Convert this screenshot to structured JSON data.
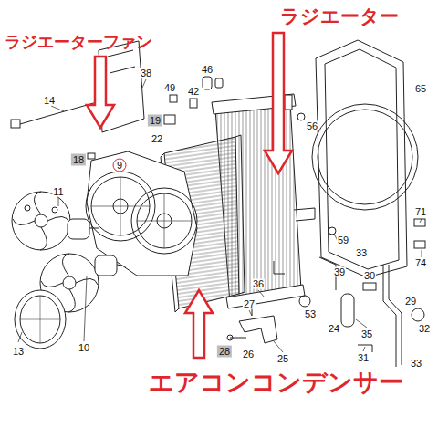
{
  "diagram": {
    "labels": [
      "ラジエーター",
      "ラジエーターファン",
      "46",
      "38",
      "65",
      "49",
      "42",
      "14",
      "19",
      "56",
      "22",
      "18",
      "9",
      "11",
      "71",
      "59",
      "74",
      "33",
      "39",
      "36",
      "30",
      "27",
      "53",
      "29",
      "24",
      "32",
      "35",
      "10",
      "13",
      "28",
      "26",
      "31",
      "25",
      "33",
      "エアコンコンデンサー"
    ]
  }
}
